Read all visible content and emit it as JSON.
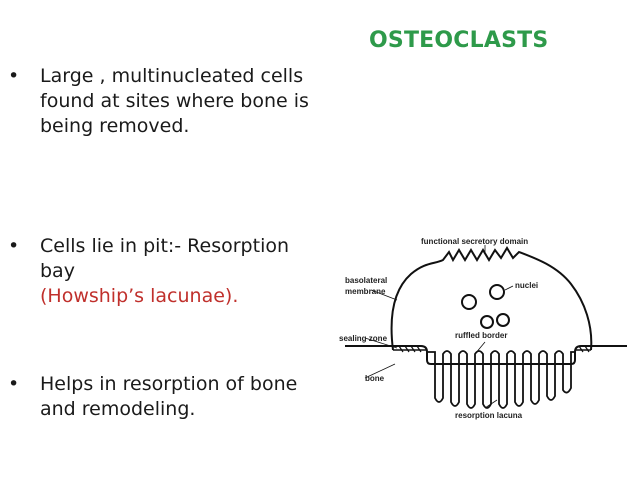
{
  "slide": {
    "title": "OSTEOCLASTS",
    "title_color": "#2e9a4a",
    "bullet_symbol": "•",
    "bullets": [
      {
        "text": "Large , multinucleated cells found at sites where bone is being removed."
      },
      {
        "text": " Cells lie in pit:- Resorption bay",
        "highlight": "(Howship’s lacunae).",
        "highlight_color": "#c0302c"
      },
      {
        "text": "Helps in resorption of bone and remodeling."
      }
    ]
  },
  "diagram": {
    "labels": {
      "functional_secretory_domain": "functional secretory domain",
      "basolateral": "basolateral",
      "membrane": "membrane",
      "nuclei": "nuclei",
      "sealing_zone": "sealing zone",
      "ruffled_border": "ruffled border",
      "bone": "bone",
      "resorption_lacuna": "resorption lacuna"
    }
  }
}
